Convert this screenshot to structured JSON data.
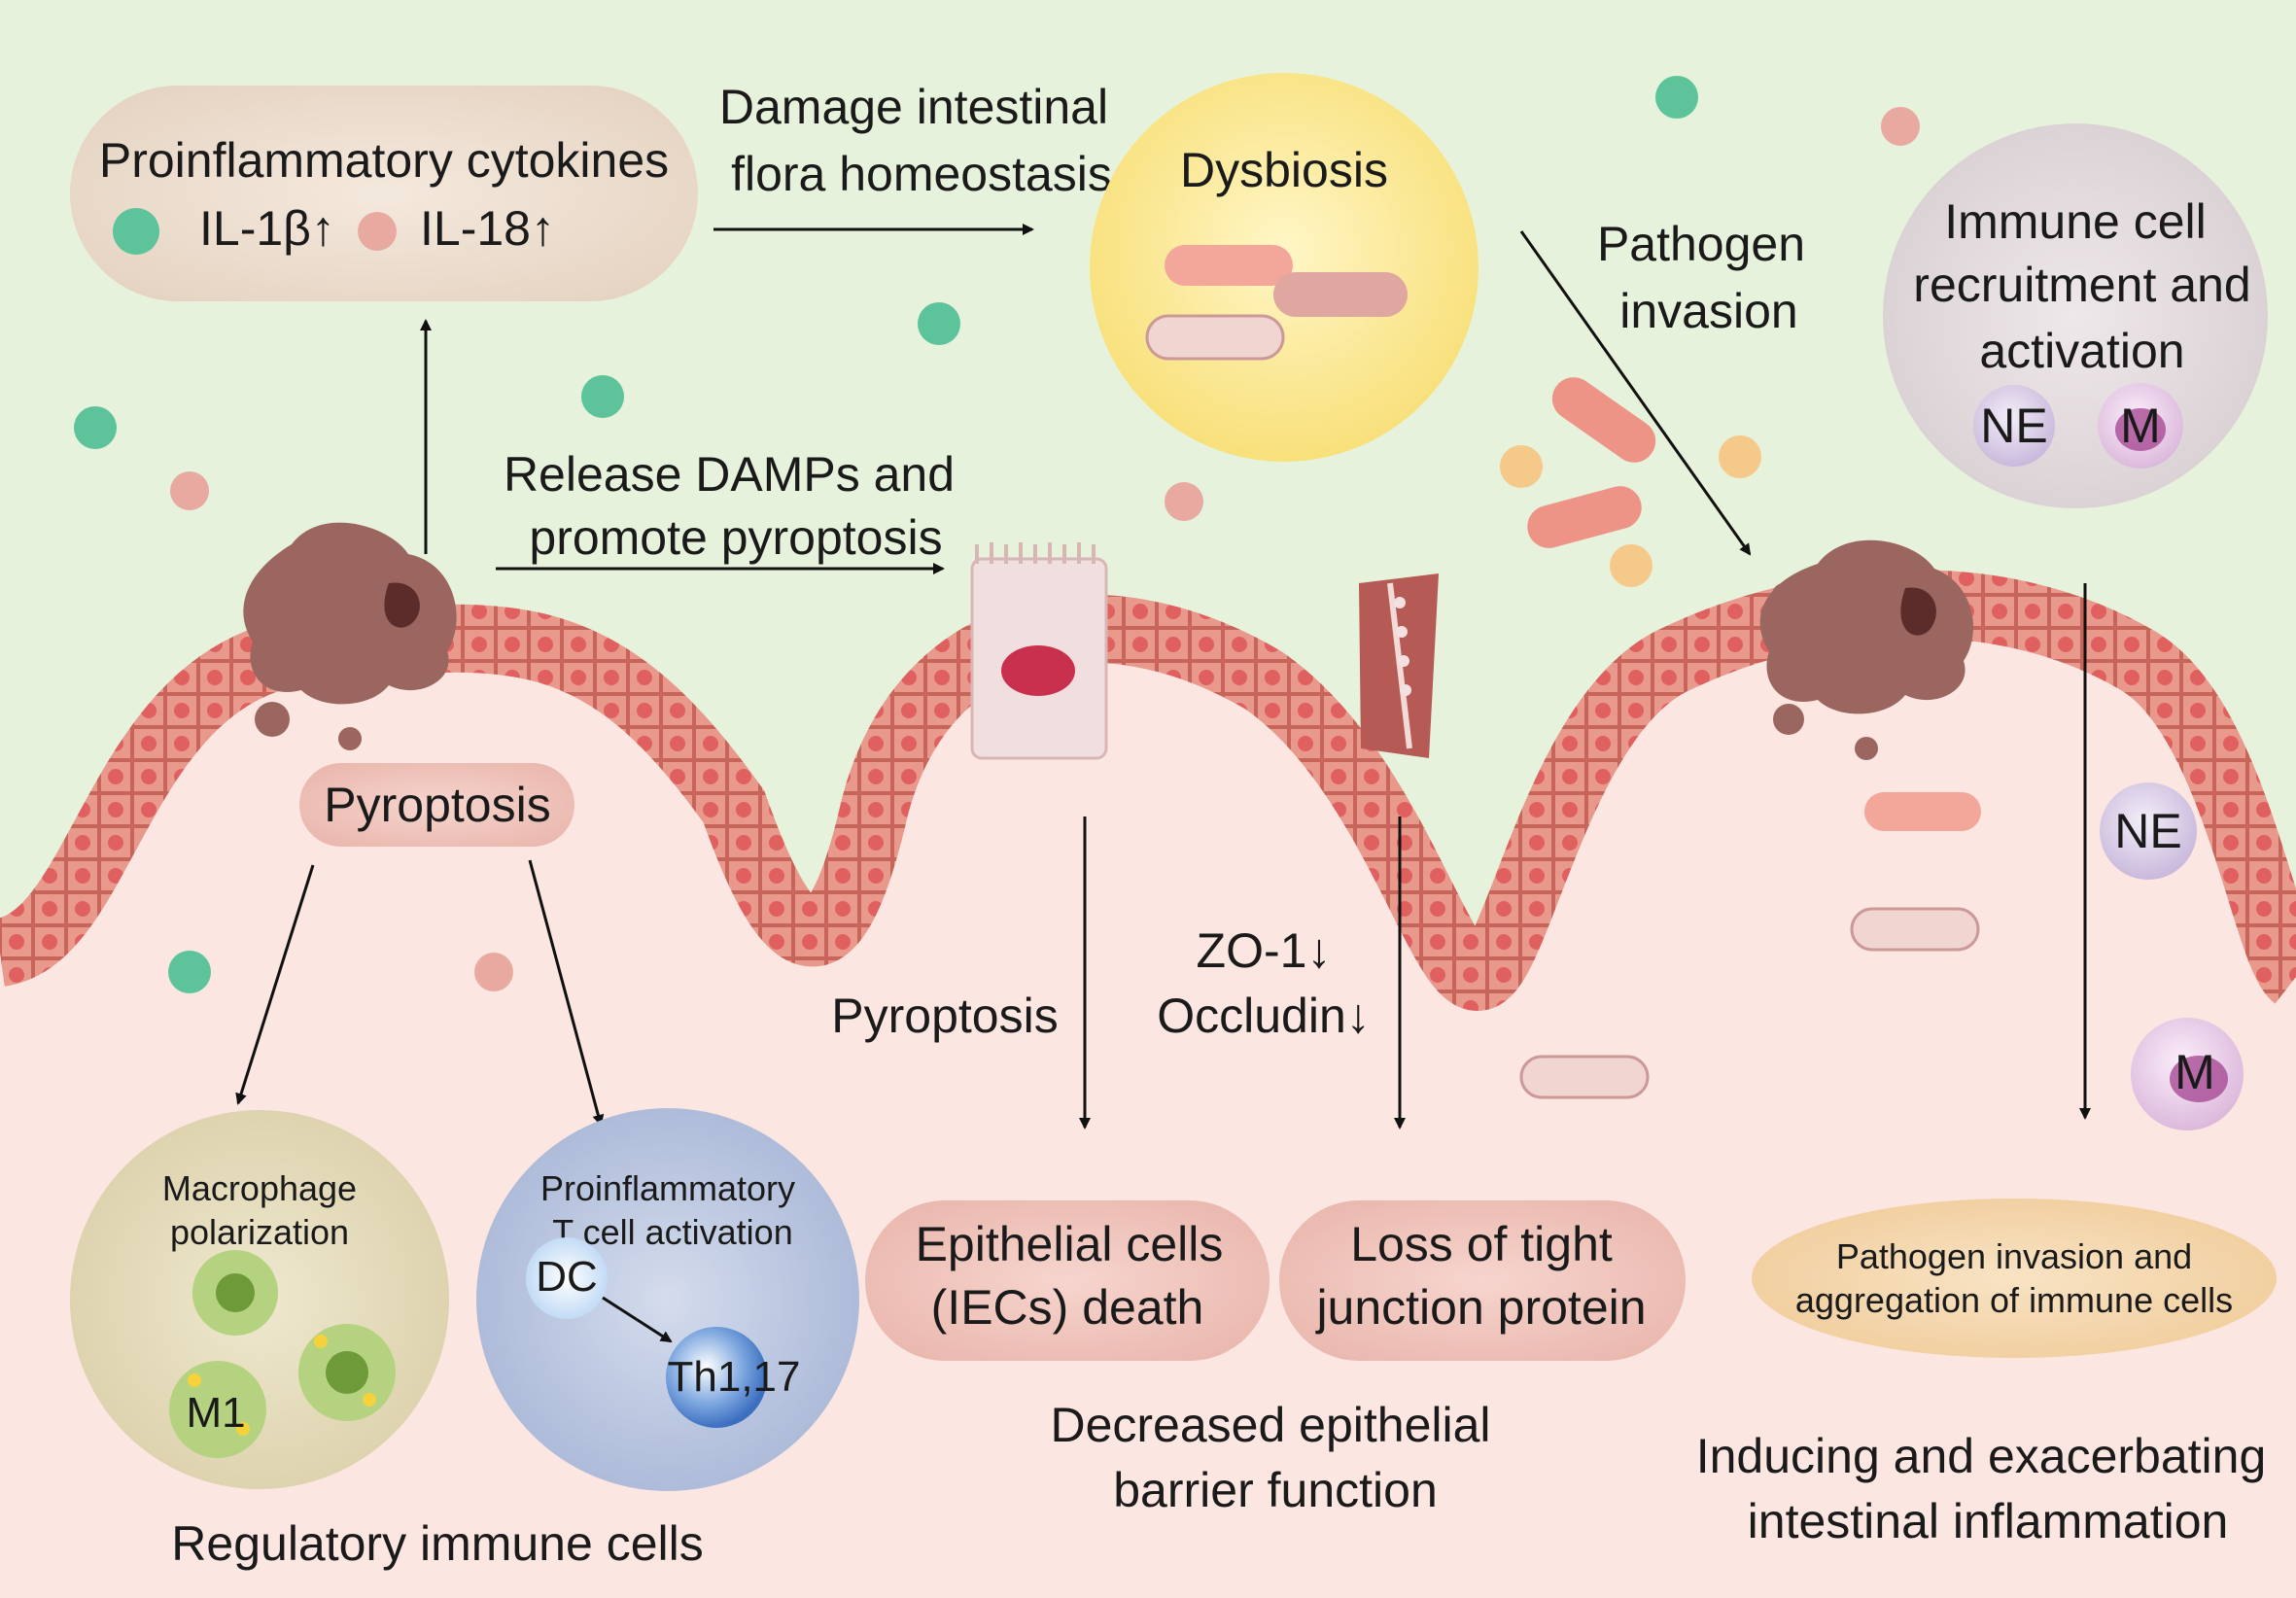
{
  "cytokines": {
    "title": "Proinflammatory cytokines",
    "il1b": "IL-1β↑",
    "il18": "IL-18↑"
  },
  "flora": {
    "line1": "Damage intestinal",
    "line2": "flora homeostasis"
  },
  "dysbiosis": {
    "title": "Dysbiosis"
  },
  "pathogen": {
    "line1": "Pathogen",
    "line2": "invasion"
  },
  "immune_recruit": {
    "line1": "Immune cell",
    "line2": "recruitment and",
    "line3": "activation",
    "ne": "NE",
    "m": "M"
  },
  "damps": {
    "line1": "Release DAMPs and",
    "line2": "promote pyroptosis"
  },
  "pyroptosis_pill": "Pyroptosis",
  "pyroptosis_side": "Pyroptosis",
  "tight_junction": {
    "zo1": "ZO-1↓",
    "occludin": "Occludin↓"
  },
  "lumen_cells": {
    "ne": "NE",
    "m": "M"
  },
  "macrophage": {
    "line1": "Macrophage",
    "line2": "polarization",
    "m1": "M1"
  },
  "tcell": {
    "line1": "Proinflammatory",
    "line2": "T cell activation",
    "dc": "DC",
    "th": "Th1,17"
  },
  "epithelial_death": {
    "line1": "Epithelial cells",
    "line2": "(IECs) death"
  },
  "loss_tj": {
    "line1": "Loss of tight",
    "line2": "junction protein"
  },
  "aggregation": {
    "line1": "Pathogen invasion and",
    "line2": "aggregation of immune cells"
  },
  "regulatory": "Regulatory immune cells",
  "barrier": {
    "line1": "Decreased epithelial",
    "line2": "barrier function"
  },
  "inducing": {
    "line1": "Inducing and exacerbating",
    "line2": "intestinal inflammation"
  },
  "colors": {
    "lumen_bg": "#e7f2dc",
    "tissue_bg": "#fbe6e1",
    "epithelium": "#e8998c",
    "cell_nucleus": "#e26666",
    "cytokine_green": "#5cc39b",
    "cytokine_pink": "#e8a9a0",
    "dead_cell": "#9c6660"
  }
}
